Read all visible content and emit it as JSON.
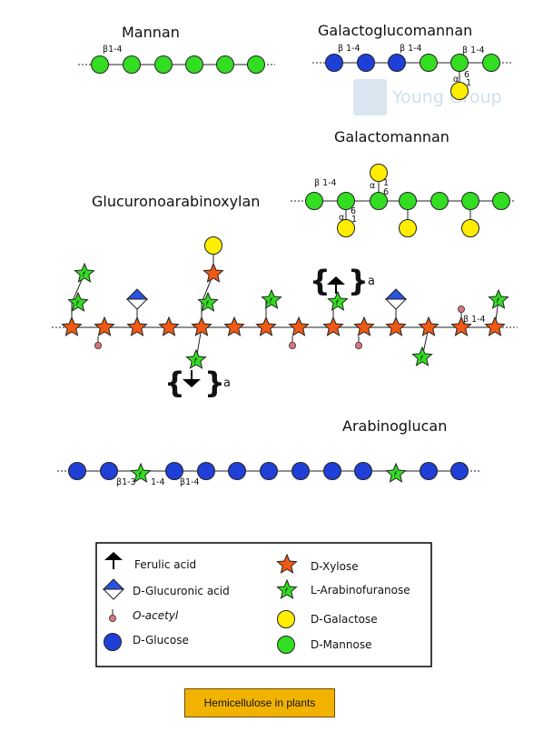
{
  "colors": {
    "glucose": "#1f3fd6",
    "mannose": "#33dd22",
    "galactose": "#ffee00",
    "xylose": "#f05a14",
    "arabinose": "#33dd22",
    "glucuronic": "#2a52e0",
    "acetyl": "#d9737a",
    "ferulic": "#000000"
  },
  "watermark": {
    "text": "Young Group",
    "icon": "young-group-logo"
  },
  "structures": {
    "mannan": {
      "title": "Mannan",
      "links": [
        "β1-4"
      ]
    },
    "galactoglucomannan": {
      "title": "Galactoglucomannan",
      "links": [
        "β 1-4",
        "β 1-4",
        "β 1-4",
        "α",
        "6",
        "1"
      ]
    },
    "galactomannan": {
      "title": "Galactomannan",
      "links": [
        "β 1-4",
        "α",
        "1",
        "6",
        "6",
        "α",
        "1"
      ]
    },
    "glucuronoarabinoxylan": {
      "title": "Glucuronoarabinoxylan",
      "links": [
        "β 1-4"
      ],
      "repeat_label": "a"
    },
    "arabinoglucan": {
      "title": "Arabinoglucan",
      "links": [
        "β1-3",
        "1-4",
        "β1-4"
      ]
    }
  },
  "legend": {
    "items": [
      {
        "label": "Ferulic acid",
        "symbol": "ferulic"
      },
      {
        "label": "D-Glucuronic acid",
        "symbol": "glucuronic"
      },
      {
        "label": "O-acetyl",
        "symbol": "acetyl"
      },
      {
        "label": "D-Glucose",
        "symbol": "glucose"
      },
      {
        "label": "D-Xylose",
        "symbol": "xylose"
      },
      {
        "label": "L-Arabinofuranose",
        "symbol": "arabinose"
      },
      {
        "label": "D-Galactose",
        "symbol": "galactose"
      },
      {
        "label": "D-Mannose",
        "symbol": "mannose"
      }
    ]
  },
  "caption": "Hemicellulose in plants"
}
